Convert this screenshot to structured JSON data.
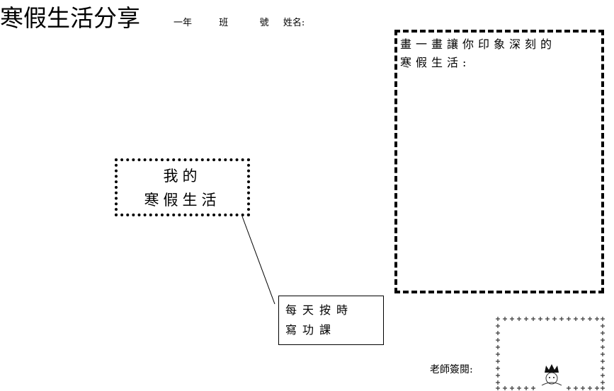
{
  "header": {
    "title": "寒假生活分享",
    "grade_label": "一年",
    "class_label": "班",
    "number_label": "號",
    "name_label": "姓名:"
  },
  "draw_section": {
    "prompt_line1": "畫一畫讓你印象深刻的",
    "prompt_line2": "寒假生活:"
  },
  "topic_bubble": {
    "line1": "我的",
    "line2": "寒假生活"
  },
  "sub_topic": {
    "line1": "每天按時",
    "line2": "寫功課"
  },
  "teacher": {
    "label": "老師簽閱:"
  }
}
